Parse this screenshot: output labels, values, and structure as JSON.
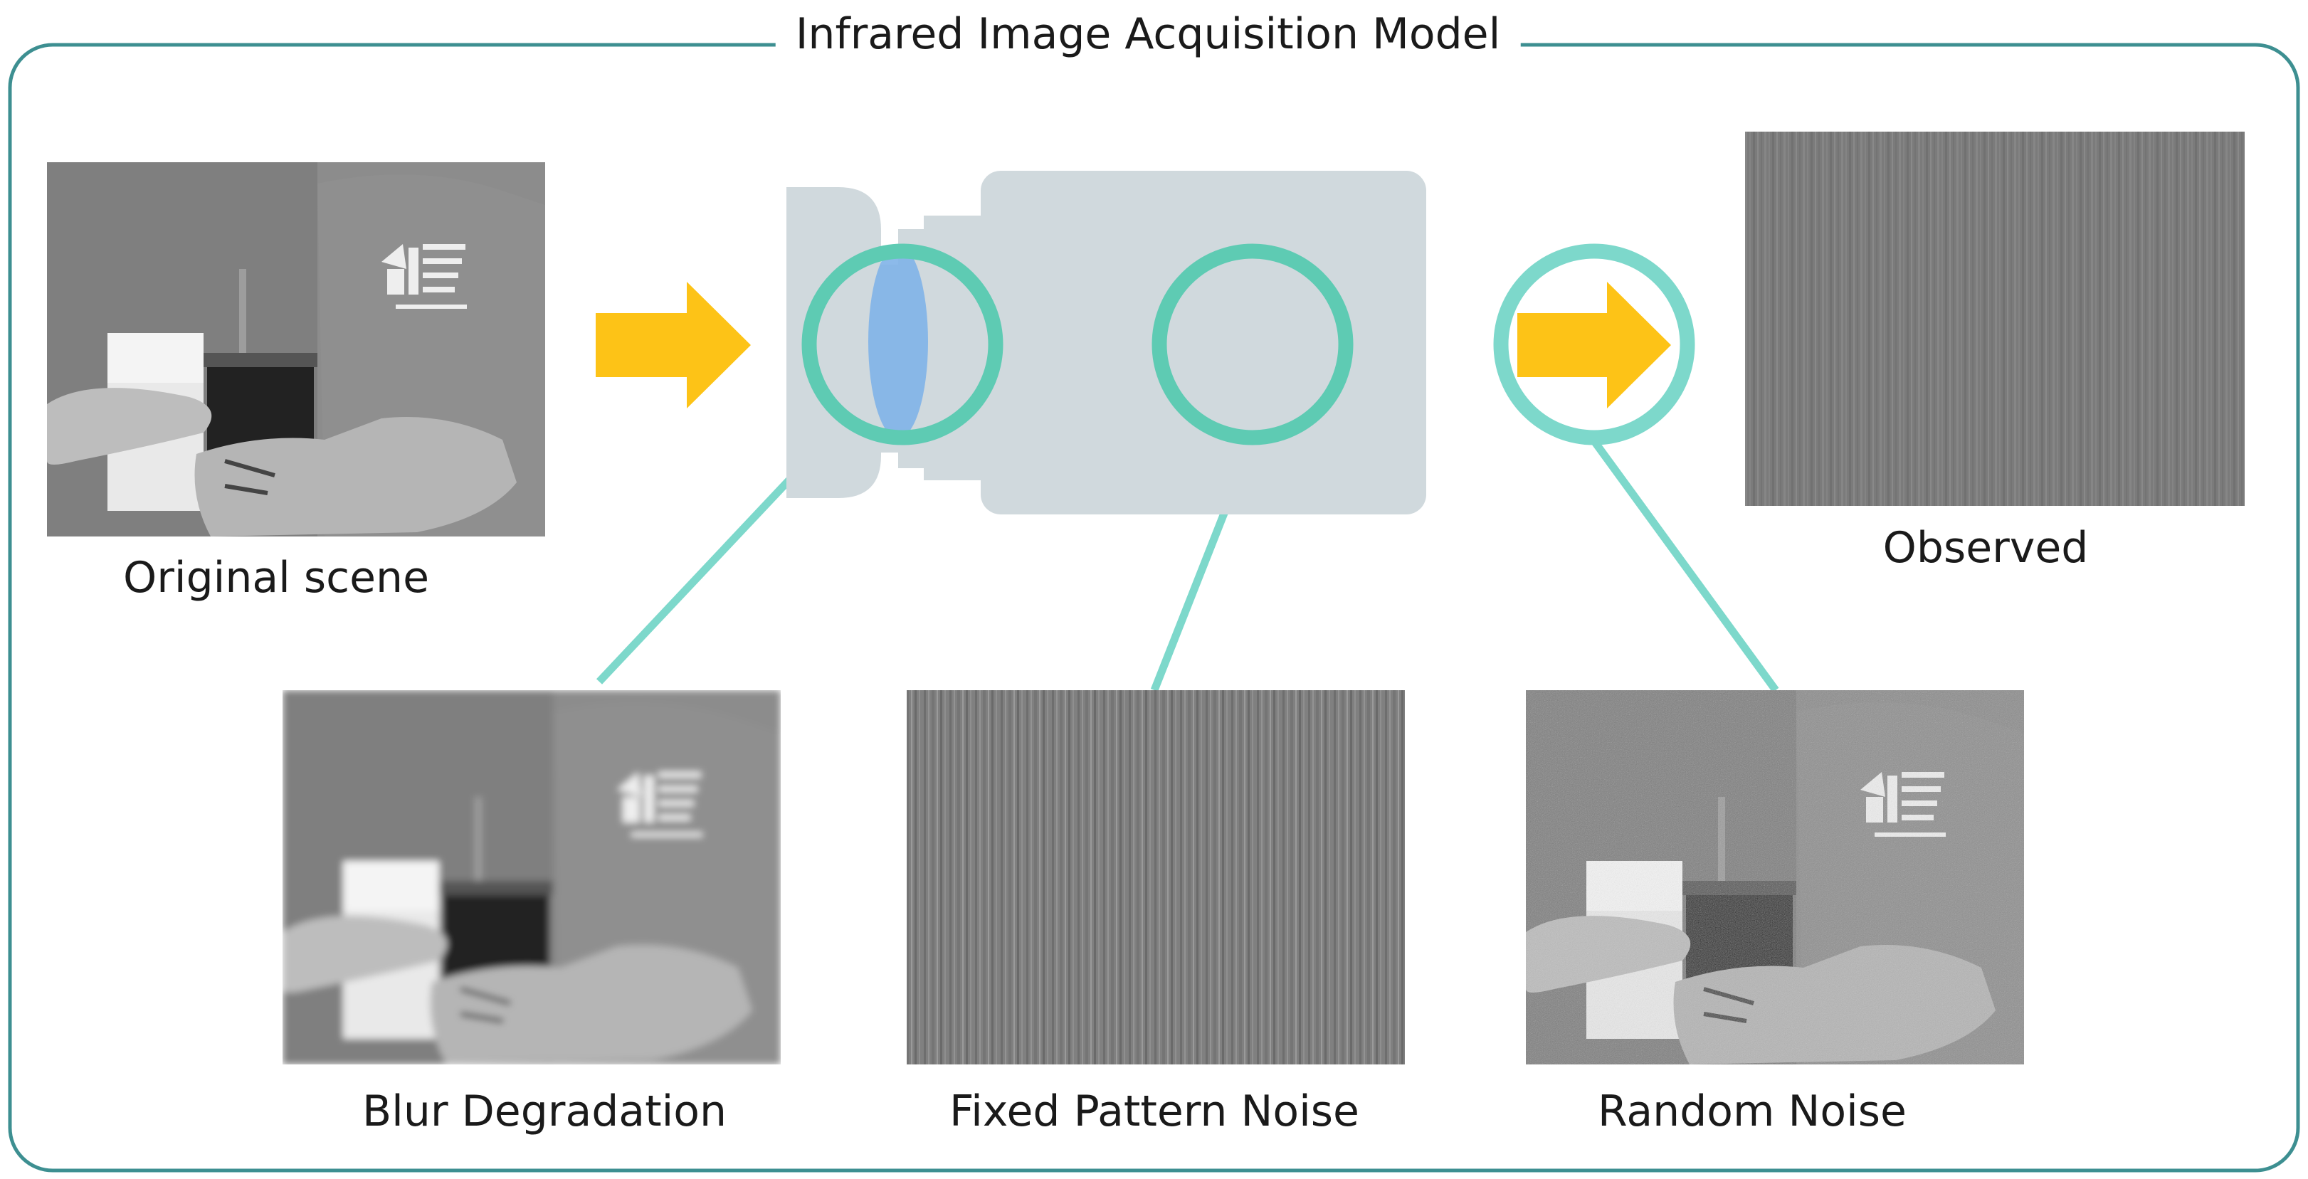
{
  "title": "Infrared Image Acquisition Model",
  "labels": {
    "original": "Original scene",
    "observed": "Observed",
    "blur": "Blur Degradation",
    "fpn": "Fixed Pattern Noise",
    "random": "Random Noise"
  },
  "colors": {
    "frame": "#3d8f91",
    "teal_ring": "#5ecbb3",
    "teal_line": "#7dd8cb",
    "arrow": "#fdc317",
    "camera_body": "#d0d9dd",
    "lens": "#7fb2e8"
  }
}
